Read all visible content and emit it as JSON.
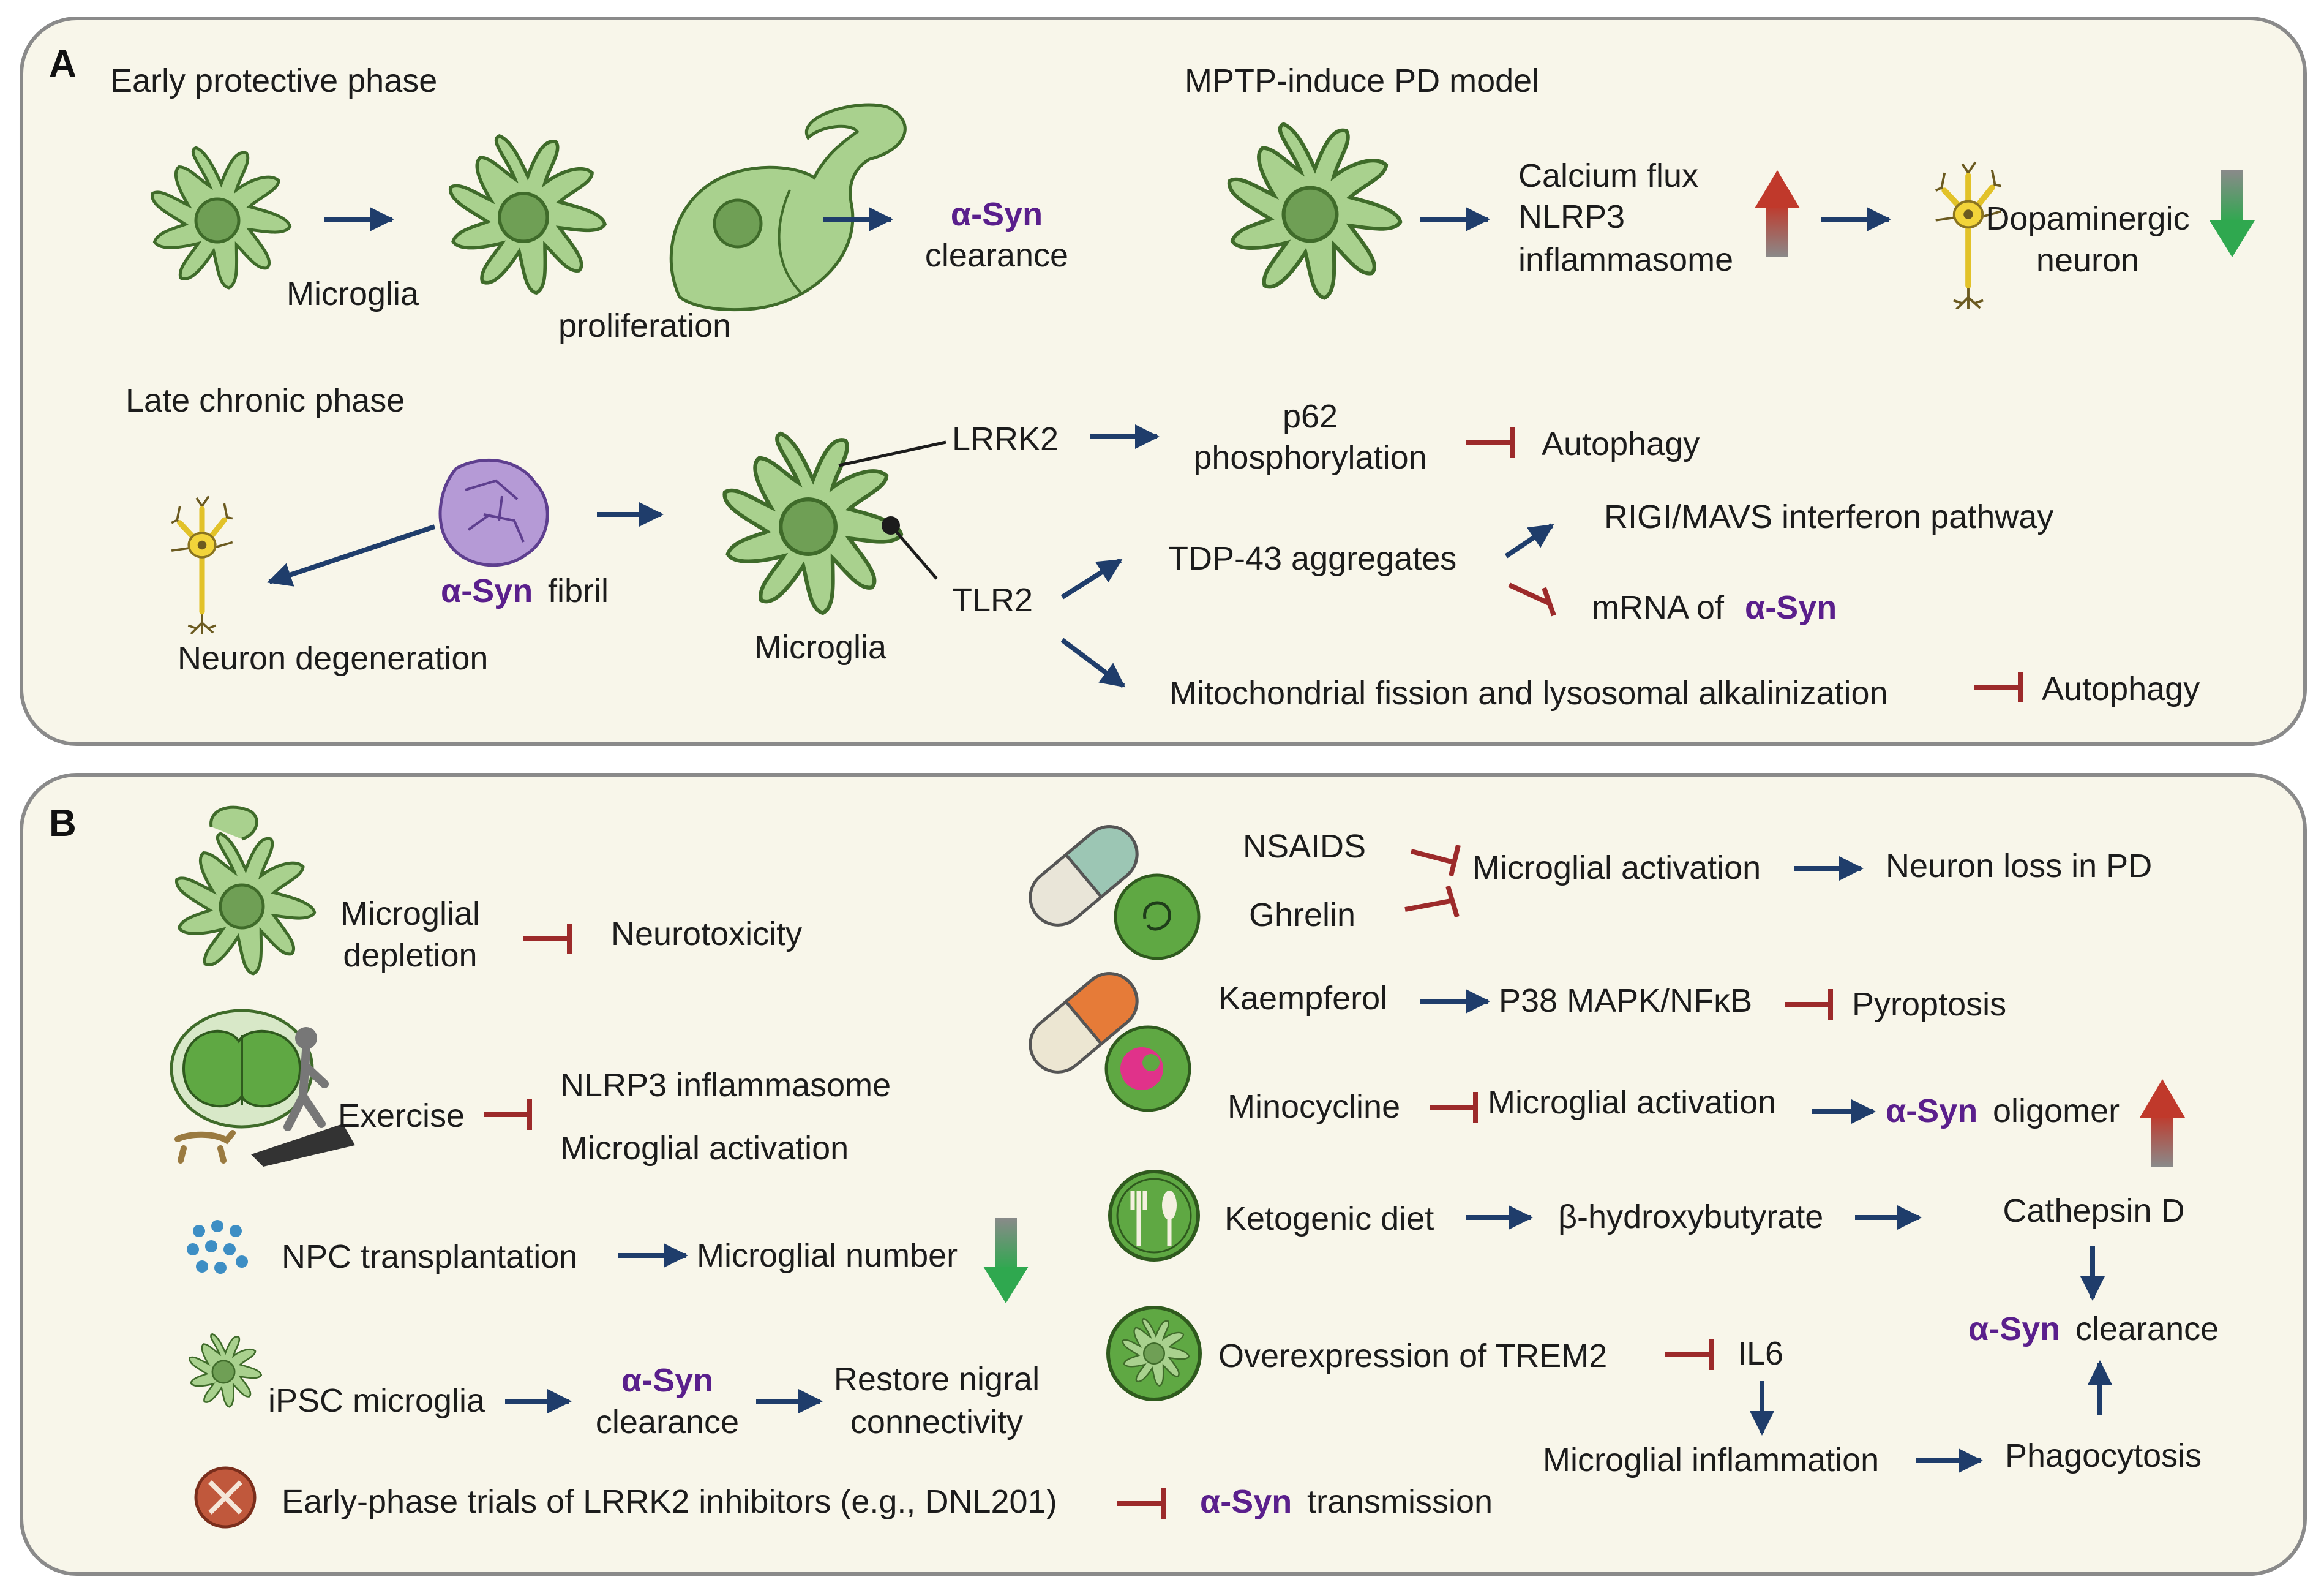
{
  "panels": {
    "a": {
      "letter": "A",
      "early_title": "Early protective phase",
      "microglia_label": "Microglia",
      "proliferation": "proliferation",
      "syn_clearance": {
        "syn": "α-Syn",
        "rest": "clearance"
      },
      "mptp_title": "MPTP-induce PD model",
      "calcium_flux": "Calcium flux",
      "nlrp3": "NLRP3",
      "inflammasome": "inflammasome",
      "dopaminergic": "Dopaminergic",
      "neuron": "neuron",
      "late_title": "Late chronic phase",
      "neuron_degeneration": "Neuron degeneration",
      "syn_fibril": {
        "syn": "α-Syn",
        "rest": "fibril"
      },
      "microglia_late": "Microglia",
      "lrrk2": "LRRK2",
      "tlr2": "TLR2",
      "p62": "p62",
      "phosphorylation": "phosphorylation",
      "autophagy": "Autophagy",
      "tdp43": "TDP-43 aggregates",
      "rigi": "RIGI/MAVS interferon pathway",
      "mrna": {
        "rest": "mRNA of",
        "syn": "α-Syn"
      },
      "mito": "Mitochondrial fission and lysosomal alkalinization",
      "autophagy2": "Autophagy"
    },
    "b": {
      "letter": "B",
      "microglial": "Microglial",
      "depletion": "depletion",
      "neurotoxicity": "Neurotoxicity",
      "exercise": "Exercise",
      "nlrp3_inflammasome": "NLRP3 inflammasome",
      "microglial_activation": "Microglial activation",
      "npc": "NPC transplantation",
      "microglial_number": "Microglial number",
      "ipsc": "iPSC microglia",
      "ipsc_clearance": {
        "syn": "α-Syn",
        "rest": "clearance"
      },
      "restore_nigral": "Restore nigral",
      "connectivity": "connectivity",
      "lrrk2_trials": "Early-phase trials of LRRK2 inhibitors (e.g., DNL201)",
      "transmission": {
        "syn": "α-Syn",
        "rest": "transmission"
      },
      "nsaids": "NSAIDS",
      "ghrelin": "Ghrelin",
      "microglial_activation_r": "Microglial activation",
      "neuron_loss": "Neuron loss in PD",
      "kaempferol": "Kaempferol",
      "p38": "P38 MAPK/NFκB",
      "pyroptosis": "Pyroptosis",
      "minocycline": "Minocycline",
      "microglial_activation_m": "Microglial activation",
      "oligomer": {
        "syn": "α-Syn",
        "rest": "oligomer"
      },
      "ketogenic": "Ketogenic diet",
      "bhb": "β-hydroxybutyrate",
      "cathepsin": "Cathepsin D",
      "syn_clearance_r": {
        "syn": "α-Syn",
        "rest": "clearance"
      },
      "trem2": "Overexpression of TREM2",
      "il6": "IL6",
      "microglial_inflammation": "Microglial inflammation",
      "phagocytosis": "Phagocytosis"
    }
  },
  "colors": {
    "panel_fill": "#f8f6ea",
    "panel_stroke": "#8a8a8a",
    "arrow": "#1f3d6b",
    "inhibit": "#9c2a2a",
    "syn_text": "#5a1f8c",
    "microglia_fill": "#a9d18e",
    "microglia_stroke": "#3f6b2a",
    "up_indicator": "#c0392b",
    "down_indicator": "#2fa84f"
  },
  "icons": [
    "microglia-icon",
    "neuron-icon",
    "alpha-syn-fibril-icon",
    "pill-capsule-icon",
    "brain-treadmill-icon",
    "cell-cluster-icon",
    "x-circle-icon"
  ]
}
